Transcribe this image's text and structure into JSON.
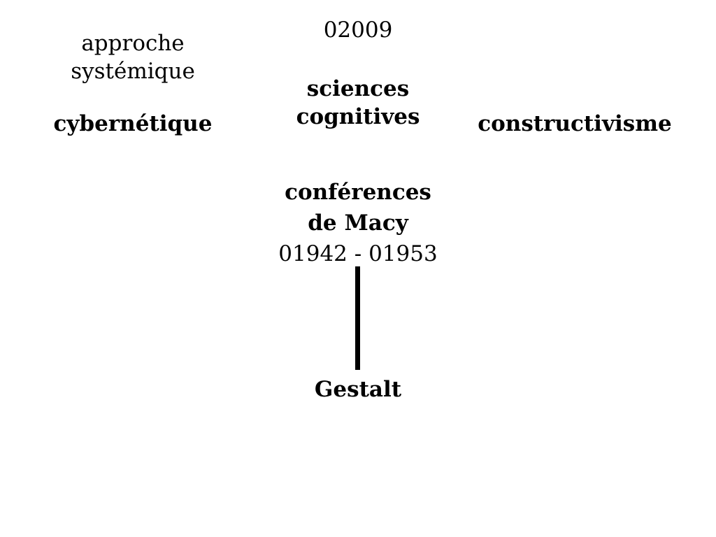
{
  "nodes": {
    "year": "02009",
    "approche": {
      "line1": "approche",
      "line2": "systémique"
    },
    "sciences": {
      "line1": "sciences",
      "line2": "cognitives"
    },
    "cybernetique": "cybernétique",
    "constructivisme": "constructivisme",
    "macy": {
      "line1": "conférences",
      "line2": "de Macy",
      "dates": "01942 - 01953"
    },
    "gestalt": "Gestalt"
  },
  "colors": {
    "background": "#ffffff",
    "text": "#000000",
    "connector": "#000000"
  }
}
